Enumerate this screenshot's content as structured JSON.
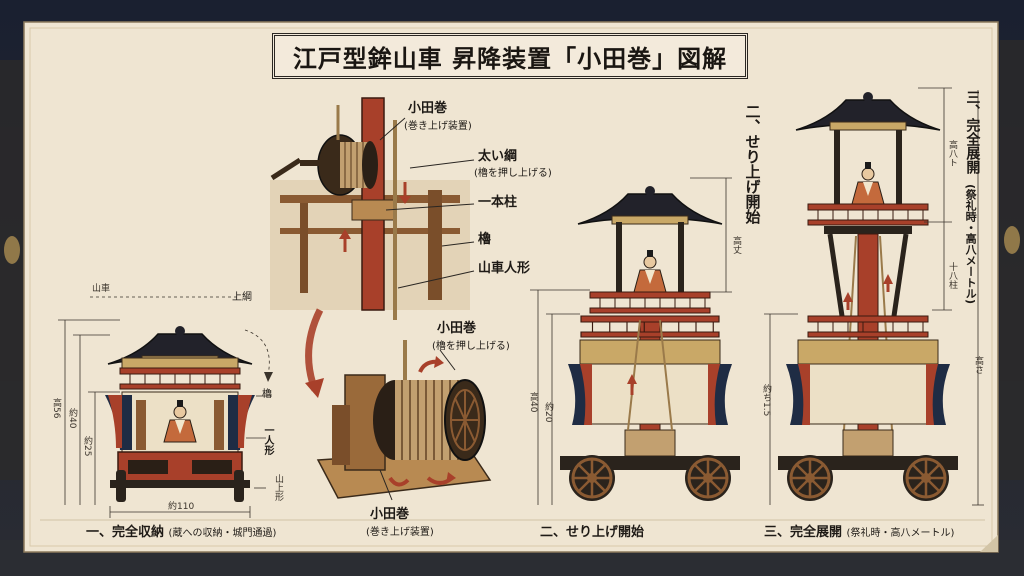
{
  "title": "江戸型鉾山車 昇降装置「小田巻」図解",
  "detail": {
    "odamaki_top": "小田巻",
    "odamaki_top_sub": "(巻き上げ装置)",
    "rope": "太い綱",
    "rope_sub": "(櫓を押し上げる)",
    "pillar": "一本柱",
    "yagura": "櫓",
    "doll": "山車人形",
    "odamaki_mid": "小田巻",
    "odamaki_mid_sub": "(櫓を押し上げる)",
    "odamaki_bottom": "小田巻",
    "odamaki_bottom_sub": "(巻き上げ装置)"
  },
  "stage1": {
    "label_dashi": "山車",
    "label_rope": "上綱",
    "label_yagura": "櫓",
    "label_doll": "一人形",
    "label_base": "山上形",
    "dim_total": "高56",
    "dim_body": "約40",
    "dim_lower": "約25",
    "dim_width": "約110",
    "caption": "一、完全収納",
    "caption_sub": "(蔵への収納・城門通過)"
  },
  "stage2": {
    "vertical_title": "二、せり上げ開始",
    "dim_rise": "高丈",
    "dim_total": "高40",
    "dim_lower": "約20",
    "caption": "二、せり上げ開始"
  },
  "stage3": {
    "vertical_title": "三、完全展開",
    "vertical_sub": "(祭礼時・高八メートル)",
    "dim_top": "高八ト",
    "dim_mid": "十八柱",
    "dim_lower": "約ち1.5",
    "dim_total": "高さ",
    "caption": "三、完全展開",
    "caption_sub": "(祭礼時・高八メートル)"
  },
  "colors": {
    "paper": "#efe5d2",
    "ink": "#1e1a16",
    "lacquer_red": "#a8402a",
    "navy": "#1f2c44",
    "gold": "#c9a867",
    "wood": "#8a5a32",
    "night": "#1c2230"
  }
}
